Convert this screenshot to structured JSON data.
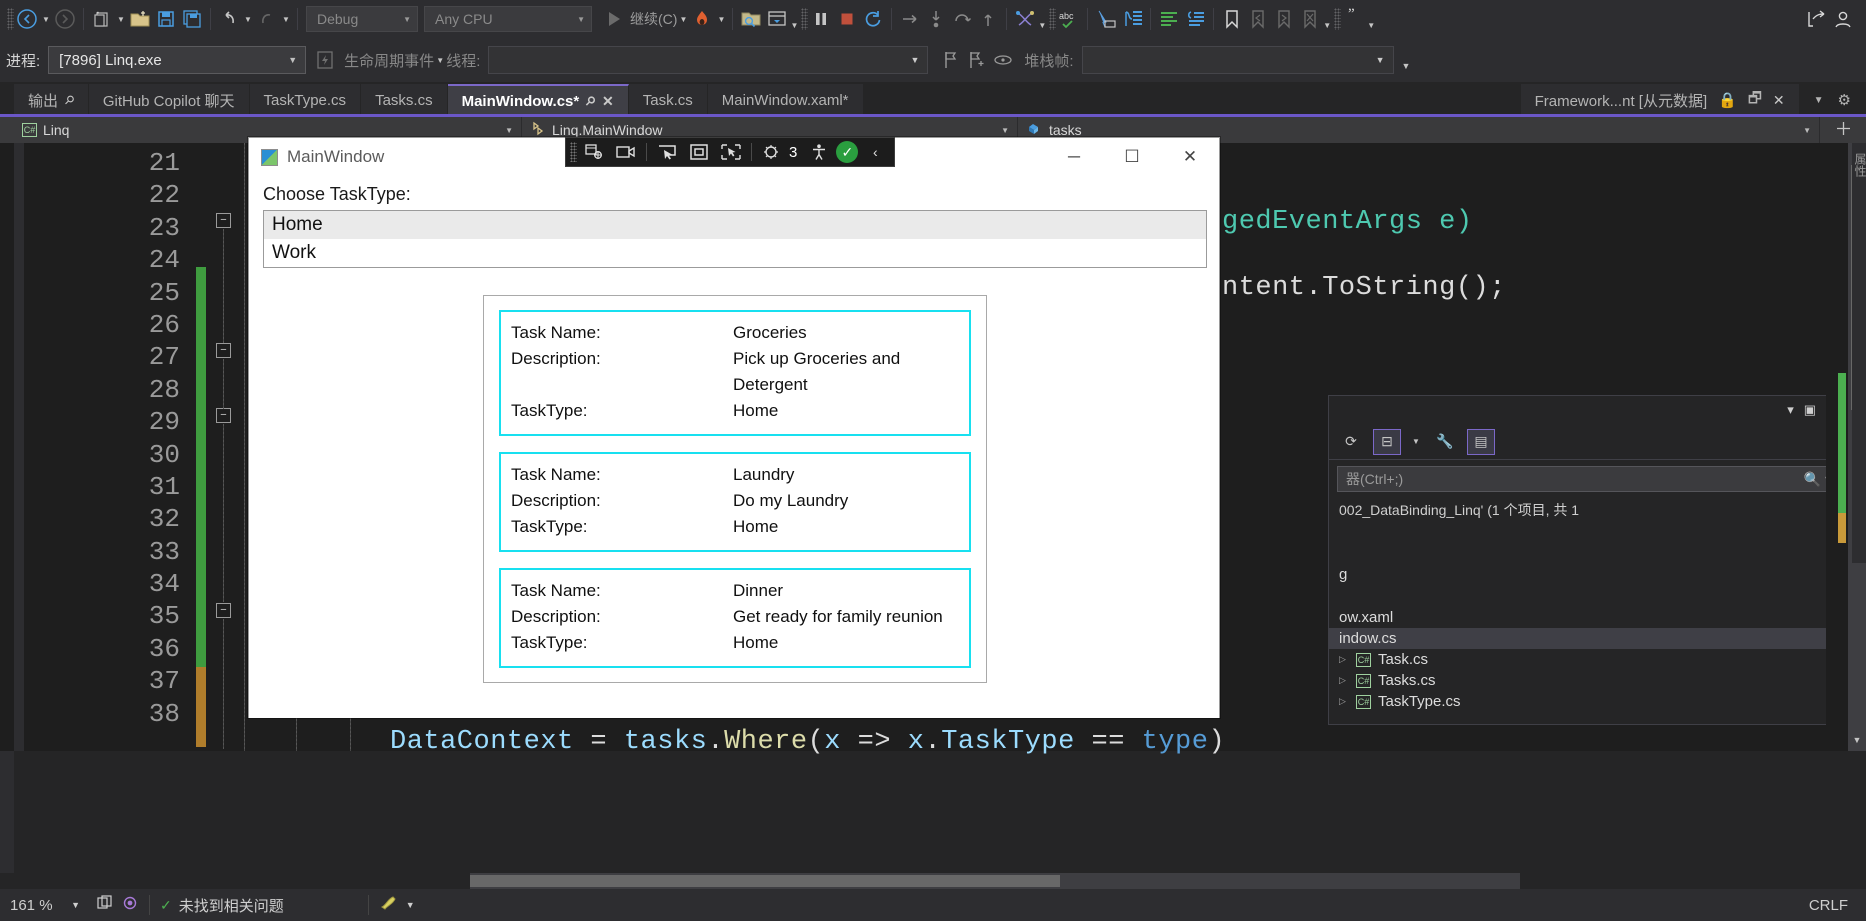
{
  "toolbar": {
    "icons": [
      {
        "name": "navigate-back-icon",
        "glyph": "←"
      },
      {
        "name": "navigate-forward-icon",
        "glyph": "→"
      },
      {
        "name": "new-item-icon",
        "glyph": "▤"
      },
      {
        "name": "open-file-icon",
        "glyph": "📂"
      },
      {
        "name": "save-icon",
        "glyph": "💾"
      },
      {
        "name": "save-all-icon",
        "glyph": "🖫"
      },
      {
        "name": "undo-icon",
        "glyph": "↶"
      },
      {
        "name": "redo-icon",
        "glyph": "↷"
      }
    ],
    "config_combo": "Debug",
    "platform_combo": "Any CPU",
    "continue_label": "继续(C)",
    "debug_icons": [
      {
        "name": "hot-reload-icon",
        "glyph": "🔥"
      },
      {
        "name": "attach-to-process-icon",
        "glyph": "🔍"
      },
      {
        "name": "show-window-icon",
        "glyph": "🗔"
      },
      {
        "name": "pause-icon",
        "glyph": "❚❚"
      },
      {
        "name": "stop-icon",
        "glyph": "■"
      },
      {
        "name": "restart-icon",
        "glyph": "↺"
      },
      {
        "name": "step-over-icon",
        "glyph": "→"
      },
      {
        "name": "step-into-icon",
        "glyph": "↓"
      },
      {
        "name": "step-back-icon",
        "glyph": "↷"
      },
      {
        "name": "step-out-icon",
        "glyph": "↑"
      }
    ],
    "editor_icons": [
      {
        "name": "thread-view-icon",
        "glyph": "⚯"
      },
      {
        "name": "spell-check-icon",
        "glyph": "abc"
      },
      {
        "name": "cursor-select-icon",
        "glyph": "➤"
      },
      {
        "name": "indent-block-icon",
        "glyph": "⤷"
      },
      {
        "name": "comment-icon",
        "glyph": "≡"
      },
      {
        "name": "uncomment-icon",
        "glyph": "≢"
      },
      {
        "name": "bookmark-icon",
        "glyph": "🔖"
      },
      {
        "name": "prev-bookmark-icon",
        "glyph": "⬱"
      },
      {
        "name": "next-bookmark-icon",
        "glyph": "⬰"
      },
      {
        "name": "clear-bookmarks-icon",
        "glyph": "⌦"
      },
      {
        "name": "quote-icon",
        "glyph": "”"
      },
      {
        "name": "share-icon",
        "glyph": "↗"
      },
      {
        "name": "account-icon",
        "glyph": "☺"
      }
    ]
  },
  "process_bar": {
    "process_label": "进程:",
    "process_value": "[7896] Linq.exe",
    "lifecycle_events": "生命周期事件",
    "thread_label": "线程:",
    "thread_value": "",
    "stack_frame_label": "堆栈帧:",
    "stack_frame_value": "",
    "icons": [
      {
        "name": "lifecycle-icon",
        "glyph": "⚡"
      },
      {
        "name": "flag-icon",
        "glyph": "⚑"
      },
      {
        "name": "flag-add-icon",
        "glyph": "⚐"
      },
      {
        "name": "freeze-thread-icon",
        "glyph": "⛭"
      }
    ]
  },
  "tabs": [
    {
      "name": "output",
      "label": "输出",
      "active": false,
      "pinned": true
    },
    {
      "name": "copilot-chat",
      "label": "GitHub Copilot 聊天",
      "active": false
    },
    {
      "name": "tasktype-cs",
      "label": "TaskType.cs",
      "active": false
    },
    {
      "name": "tasks-cs",
      "label": "Tasks.cs",
      "active": false
    },
    {
      "name": "mainwindow-cs",
      "label": "MainWindow.cs*",
      "active": true
    },
    {
      "name": "task-cs",
      "label": "Task.cs",
      "active": false
    },
    {
      "name": "mainwindow-xaml",
      "label": "MainWindow.xaml*",
      "active": false
    }
  ],
  "tab_right": {
    "label": "Framework...nt [从元数据]",
    "lock_icon": "🔒",
    "restore_icon": "🗗",
    "close_icon": "✕",
    "dropdown_icon": "▾",
    "settings_icon": "⚙"
  },
  "navbar": {
    "project": "Linq",
    "type": "Linq.MainWindow",
    "member": "tasks"
  },
  "editor": {
    "line_numbers": [
      "21",
      "22",
      "23",
      "24",
      "25",
      "26",
      "27",
      "28",
      "29",
      "30",
      "31",
      "32",
      "33",
      "34",
      "35",
      "36",
      "37",
      "38"
    ],
    "code_fragments": [
      {
        "name": "event-args-fragment",
        "text": "gedEventArgs e)"
      },
      {
        "name": "tostring-fragment",
        "text": "ntent.ToString();"
      },
      {
        "name": "datacontext-line",
        "text": "DataContext = tasks.Where(x => x.TaskType == type)"
      }
    ]
  },
  "app_window": {
    "title": "MainWindow",
    "minimize": "─",
    "maximize": "☐",
    "close": "✕",
    "choose_label": "Choose TaskType:",
    "listbox": [
      {
        "label": "Home",
        "selected": true
      },
      {
        "label": "Work",
        "selected": false
      }
    ],
    "cards": [
      {
        "rows": [
          {
            "key": "Task Name:",
            "value": "Groceries"
          },
          {
            "key": "Description:",
            "value": "Pick up Groceries and Detergent"
          },
          {
            "key": "TaskType:",
            "value": "Home"
          }
        ]
      },
      {
        "rows": [
          {
            "key": "Task Name:",
            "value": "Laundry"
          },
          {
            "key": "Description:",
            "value": "Do my Laundry"
          },
          {
            "key": "TaskType:",
            "value": "Home"
          }
        ]
      },
      {
        "rows": [
          {
            "key": "Task Name:",
            "value": "Dinner"
          },
          {
            "key": "Description:",
            "value": "Get ready for family reunion"
          },
          {
            "key": "TaskType:",
            "value": "Home"
          }
        ]
      }
    ],
    "card_border_color": "#18e0f0"
  },
  "app_toolbar": {
    "buttons": [
      {
        "name": "go-to-live-visual-tree-icon",
        "glyph": "⊟"
      },
      {
        "name": "screenshot-icon",
        "glyph": "🎥"
      },
      {
        "name": "select-element-icon",
        "glyph": "⬉"
      },
      {
        "name": "display-layout-icon",
        "glyph": "❐"
      },
      {
        "name": "track-focused-element-icon",
        "glyph": "⛶"
      }
    ],
    "issue_count": "3",
    "accessibility_icon": "♿",
    "status_ok_icon": "✓",
    "collapse_icon": "‹"
  },
  "right_panel": {
    "title_icons": [
      {
        "name": "panel-dropdown-icon",
        "glyph": "▾"
      },
      {
        "name": "panel-maximize-icon",
        "glyph": "▣"
      },
      {
        "name": "panel-close-icon",
        "glyph": "✕"
      }
    ],
    "toolbar_icons": [
      {
        "name": "refresh-icon",
        "glyph": "⟳"
      },
      {
        "name": "collapse-all-icon",
        "glyph": "⊟"
      },
      {
        "name": "properties-icon",
        "glyph": "🔧"
      },
      {
        "name": "preview-selected-icon",
        "glyph": "▤"
      }
    ],
    "search_placeholder": "器(Ctrl+;)",
    "search_icon": "🔍",
    "solution_line": "002_DataBinding_Linq' (1 个项目, 共 1",
    "tree_items": [
      {
        "label": "g",
        "icon": "",
        "selected": false
      },
      {
        "label": "ow.xaml",
        "icon": "",
        "selected": false
      },
      {
        "label": "indow.cs",
        "icon": "",
        "selected": true
      },
      {
        "label": "Task.cs",
        "icon": "C#",
        "selected": false
      },
      {
        "label": "Tasks.cs",
        "icon": "C#",
        "selected": false
      },
      {
        "label": "TaskType.cs",
        "icon": "C#",
        "selected": false
      }
    ]
  },
  "status_bar": {
    "zoom": "161 %",
    "zoom_caret": "▾",
    "icons": [
      {
        "name": "source-control-icon",
        "glyph": "⎘"
      },
      {
        "name": "notifications-icon",
        "glyph": "◉"
      },
      {
        "name": "issues-ok-icon",
        "glyph": "✓"
      },
      {
        "name": "publish-icon",
        "glyph": "⚗"
      }
    ],
    "issues_text": "未找到相关问题",
    "line_ending": "CRLF"
  }
}
